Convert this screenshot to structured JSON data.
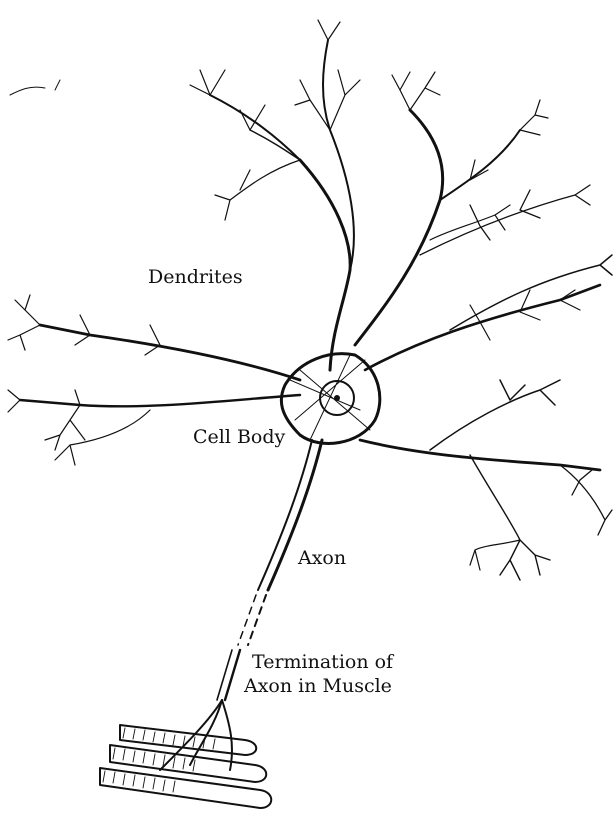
{
  "labels": {
    "dendrites": "Dendrites",
    "cell_body": "Cell Body",
    "axon": "Axon",
    "termination_line1": "Termination of",
    "termination_line2": "Axon in Muscle"
  },
  "colors": {
    "ink": "#111111",
    "background": "#ffffff"
  }
}
